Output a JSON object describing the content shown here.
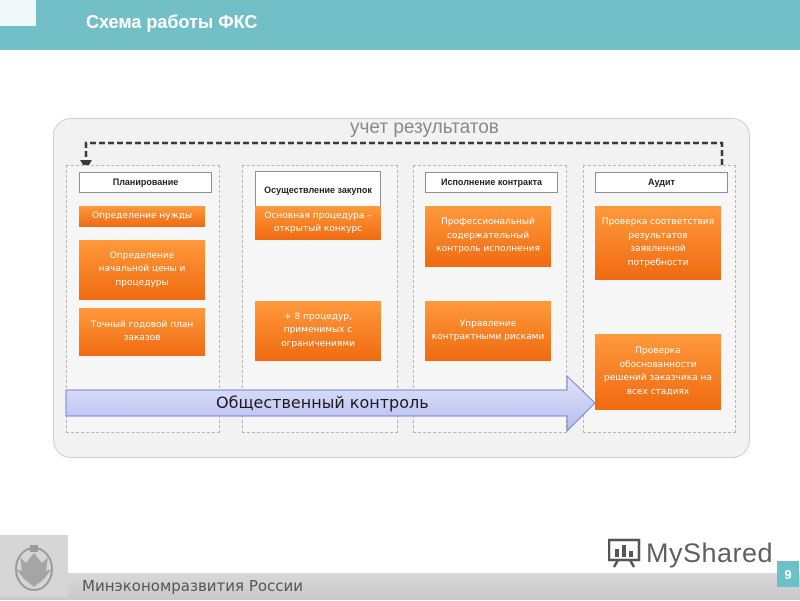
{
  "header": {
    "title": "Схема работы ФКС"
  },
  "diagram": {
    "results_label": "учет результатов",
    "columns": [
      {
        "header": "Планирование",
        "boxes": [
          "Определение нужды",
          "Определение начальной цены и процедуры",
          "Точный годовой план заказов"
        ]
      },
      {
        "header": "Осуществление закупок",
        "boxes": [
          "Основная процедура – открытый конкурс",
          "+ 8 процедур, применимых с ограничениями"
        ]
      },
      {
        "header": "Исполнение контракта",
        "boxes": [
          "Профессиональный содержательный контроль исполнения",
          "Управление контрактными рисками"
        ]
      },
      {
        "header": "Аудит",
        "boxes": [
          "Проверка соответствия результатов заявленной потребности",
          "Проверка обоснованности решений заказчика на всех стадиях"
        ]
      }
    ],
    "arrow_label": "Общественный контроль"
  },
  "footer": {
    "ministry": "Минэкономразвития России",
    "page_number": "9",
    "logo_text": "MyShared"
  },
  "colors": {
    "header": "#73bfc7",
    "box": "#f07a1f",
    "arrow": "#c9cef5"
  }
}
